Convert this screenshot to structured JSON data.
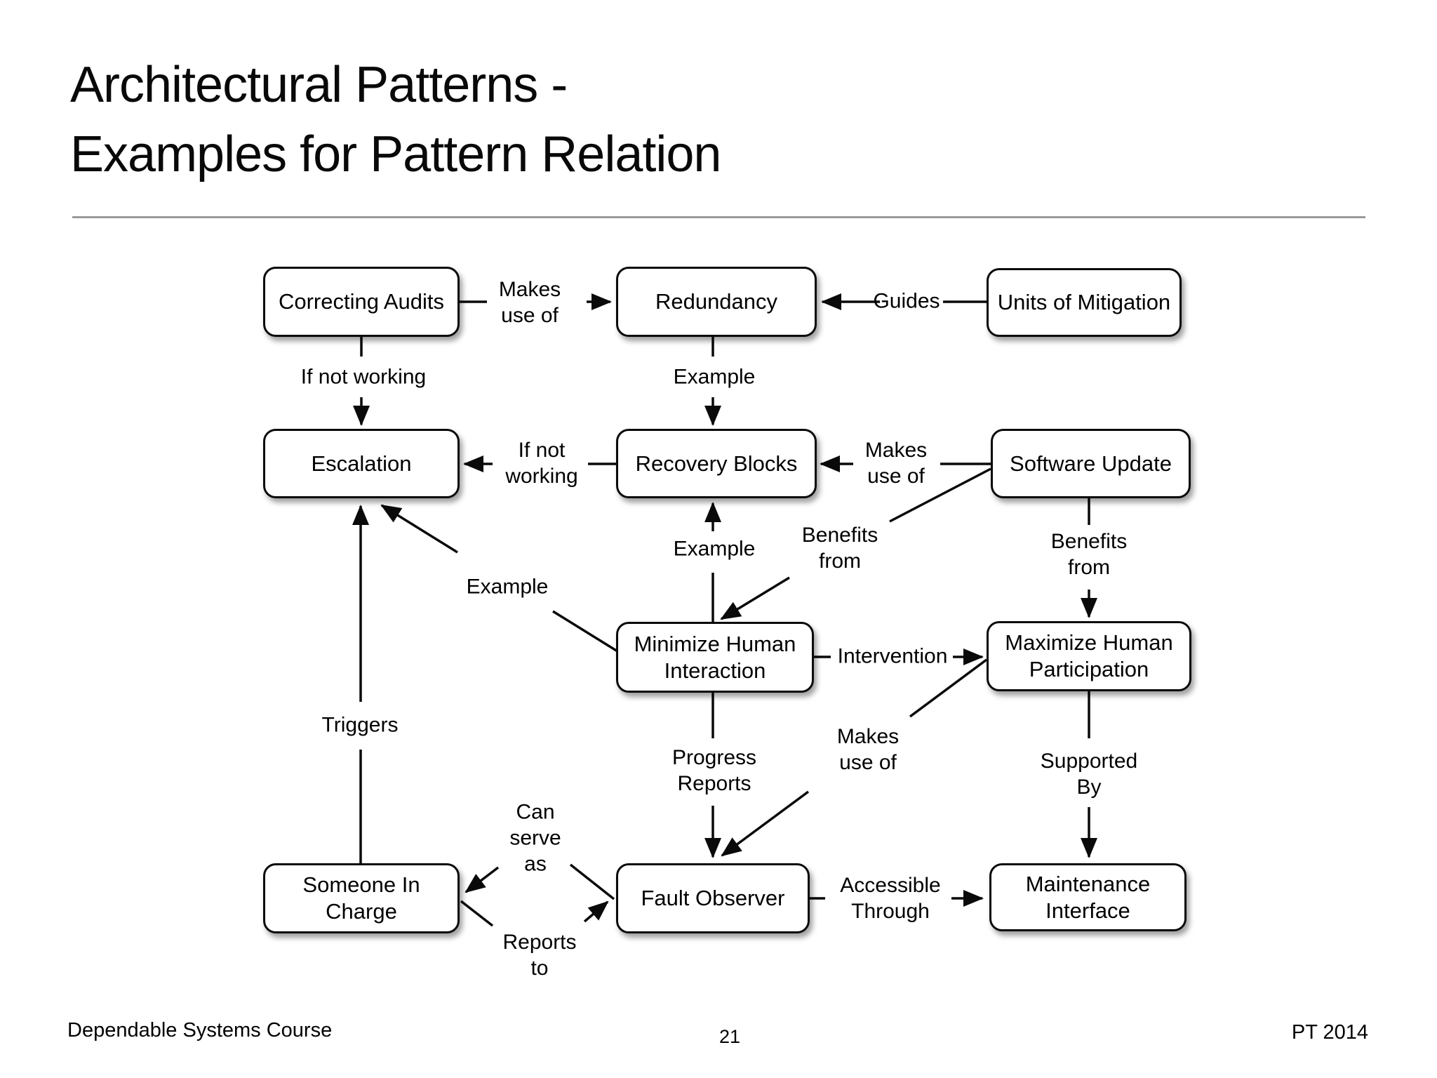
{
  "slide": {
    "title": "Architectural Patterns -\nExamples for Pattern Relation",
    "footer": {
      "course": "Dependable Systems Course",
      "page_number": "21",
      "author_year": "PT 2014"
    }
  },
  "diagram": {
    "nodes": [
      {
        "id": "correcting-audits",
        "label": "Correcting Audits"
      },
      {
        "id": "redundancy",
        "label": "Redundancy"
      },
      {
        "id": "units-of-mitigation",
        "label": "Units of Mitigation"
      },
      {
        "id": "escalation",
        "label": "Escalation"
      },
      {
        "id": "recovery-blocks",
        "label": "Recovery Blocks"
      },
      {
        "id": "software-update",
        "label": "Software Update"
      },
      {
        "id": "minimize-human-interaction",
        "label": "Minimize Human\nInteraction"
      },
      {
        "id": "maximize-human-participation",
        "label": "Maximize Human\nParticipation"
      },
      {
        "id": "someone-in-charge",
        "label": "Someone In\nCharge"
      },
      {
        "id": "fault-observer",
        "label": "Fault Observer"
      },
      {
        "id": "maintenance-interface",
        "label": "Maintenance\nInterface"
      }
    ],
    "edges": [
      {
        "from": "correcting-audits",
        "to": "redundancy",
        "label": "Makes\nuse of"
      },
      {
        "from": "units-of-mitigation",
        "to": "redundancy",
        "label": "Guides"
      },
      {
        "from": "correcting-audits",
        "to": "escalation",
        "label": "If not working"
      },
      {
        "from": "redundancy",
        "to": "recovery-blocks",
        "label": "Example"
      },
      {
        "from": "recovery-blocks",
        "to": "escalation",
        "label": "If not\nworking"
      },
      {
        "from": "software-update",
        "to": "recovery-blocks",
        "label": "Makes\nuse of"
      },
      {
        "from": "minimize-human-interaction",
        "to": "recovery-blocks",
        "label": "Example"
      },
      {
        "from": "software-update",
        "to": "minimize-human-interaction",
        "label": "Benefits\nfrom"
      },
      {
        "from": "software-update",
        "to": "maximize-human-participation",
        "label": "Benefits\nfrom"
      },
      {
        "from": "minimize-human-interaction",
        "to": "escalation",
        "label": "Example"
      },
      {
        "from": "minimize-human-interaction",
        "to": "maximize-human-participation",
        "label": "Intervention"
      },
      {
        "from": "someone-in-charge",
        "to": "escalation",
        "label": "Triggers"
      },
      {
        "from": "minimize-human-interaction",
        "to": "fault-observer",
        "label": "Progress\nReports"
      },
      {
        "from": "maximize-human-participation",
        "to": "fault-observer",
        "label": "Makes\nuse of"
      },
      {
        "from": "maximize-human-participation",
        "to": "maintenance-interface",
        "label": "Supported\nBy"
      },
      {
        "from": "fault-observer",
        "to": "someone-in-charge",
        "label": "Can\nserve\nas"
      },
      {
        "from": "someone-in-charge",
        "to": "fault-observer",
        "label": "Reports\nto"
      },
      {
        "from": "fault-observer",
        "to": "maintenance-interface",
        "label": "Accessible\nThrough"
      }
    ]
  },
  "colors": {
    "background": "#ffffff",
    "line": "#0a0a0a",
    "divider": "#9a9a9a",
    "text": "#090909"
  }
}
